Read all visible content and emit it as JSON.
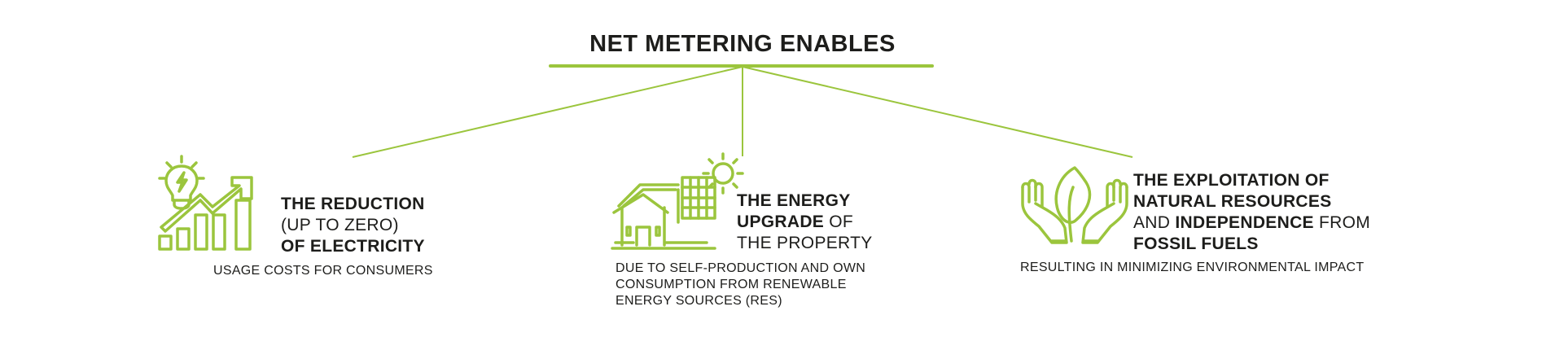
{
  "title": "NET METERING ENABLES",
  "accent_color": "#9BC53D",
  "text_color": "#1D1D1B",
  "branches": [
    {
      "icon": "lightbulb-growth-chart-icon",
      "heading_lines": [
        [
          {
            "text": "THE REDUCTION",
            "bold": true
          }
        ],
        [
          {
            "text": "(UP TO ZERO)",
            "bold": false
          }
        ],
        [
          {
            "text": "OF ELECTRICITY",
            "bold": true
          }
        ]
      ],
      "subtext_lines": [
        "USAGE COSTS FOR CONSUMERS"
      ]
    },
    {
      "icon": "house-solar-panel-sun-icon",
      "heading_lines": [
        [
          {
            "text": "THE ENERGY",
            "bold": true
          }
        ],
        [
          {
            "text": "UPGRADE",
            "bold": true
          },
          {
            "text": " OF",
            "bold": false
          }
        ],
        [
          {
            "text": "THE PROPERTY",
            "bold": false
          }
        ]
      ],
      "subtext_lines": [
        "DUE TO SELF-PRODUCTION AND OWN",
        "CONSUMPTION FROM RENEWABLE",
        "ENERGY SOURCES (RES)"
      ]
    },
    {
      "icon": "hands-holding-leaf-icon",
      "heading_lines": [
        [
          {
            "text": "THE EXPLOITATION OF",
            "bold": true
          }
        ],
        [
          {
            "text": "NATURAL RESOURCES",
            "bold": true
          }
        ],
        [
          {
            "text": "AND ",
            "bold": false
          },
          {
            "text": "INDEPENDENCE",
            "bold": true
          },
          {
            "text": " FROM",
            "bold": false
          }
        ],
        [
          {
            "text": "FOSSIL FUELS",
            "bold": true
          }
        ]
      ],
      "subtext_lines": [
        "RESULTING IN MINIMIZING ENVIRONMENTAL IMPACT"
      ]
    }
  ]
}
